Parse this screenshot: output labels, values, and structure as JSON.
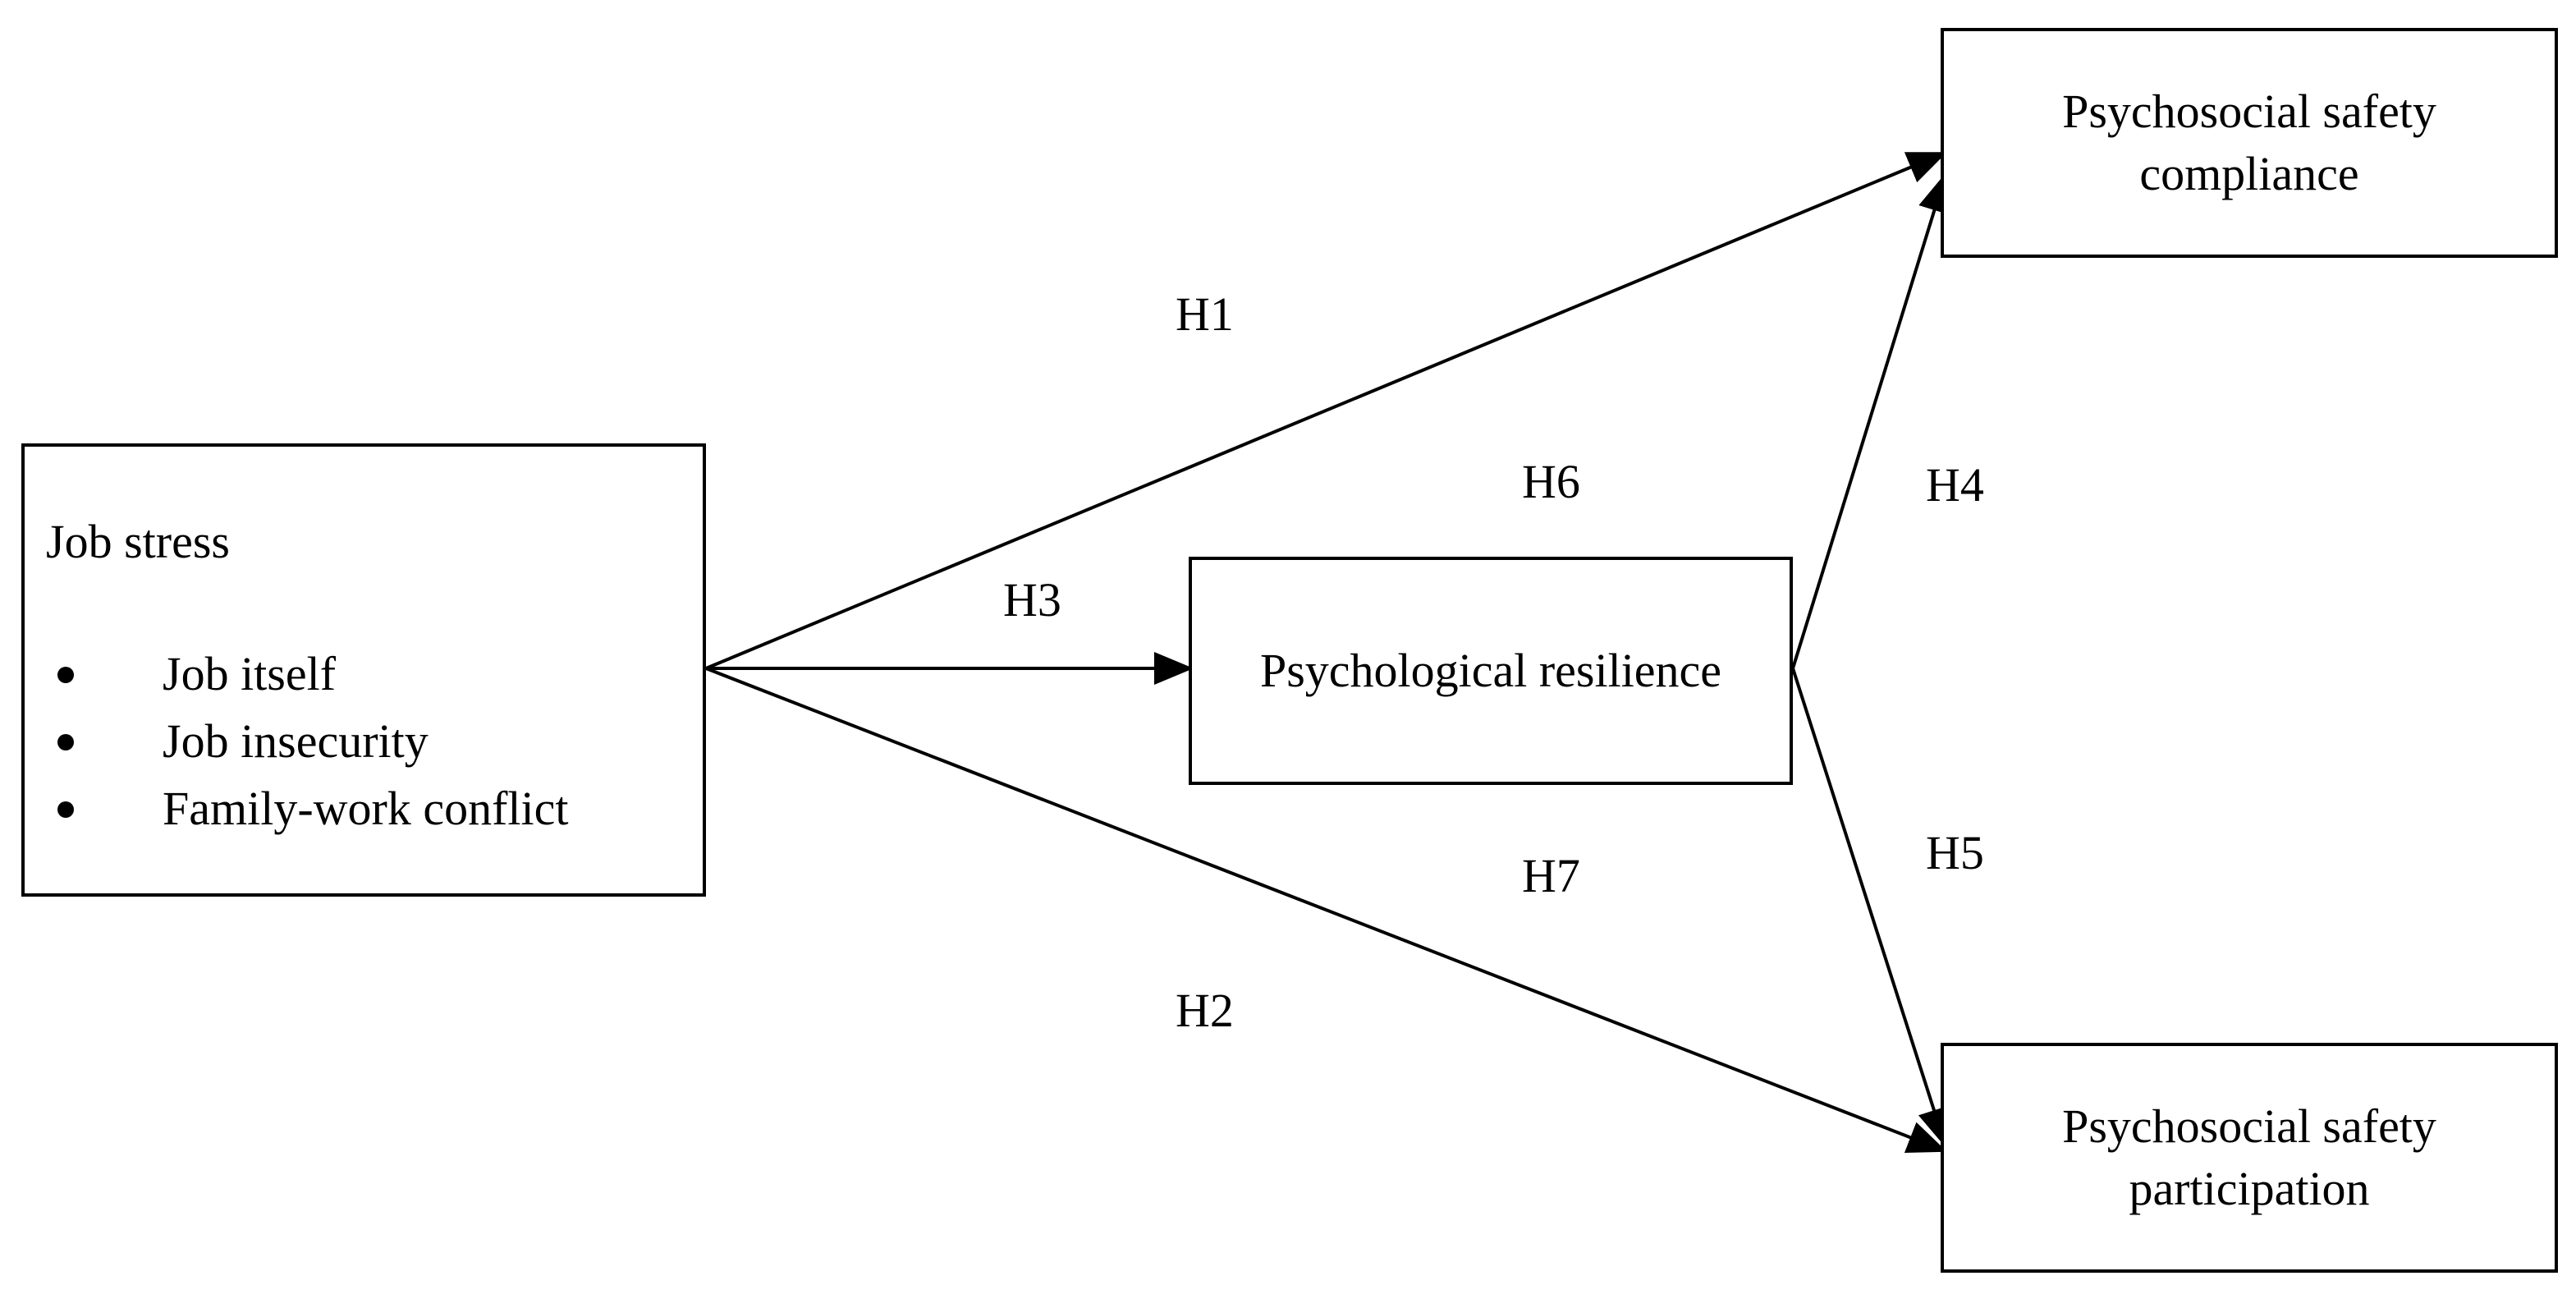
{
  "nodes": {
    "job_stress": {
      "title": "Job stress",
      "items": [
        "Job itself",
        "Job insecurity",
        "Family-work conflict"
      ]
    },
    "resilience": {
      "label": "Psychological resilience"
    },
    "compliance": {
      "line1": "Psychosocial safety",
      "line2": "compliance"
    },
    "participation": {
      "line1": "Psychosocial safety",
      "line2": "participation"
    }
  },
  "hypotheses": {
    "h1": "H1",
    "h2": "H2",
    "h3": "H3",
    "h4": "H4",
    "h5": "H5",
    "h6": "H6",
    "h7": "H7"
  },
  "colors": {
    "line": "#000000",
    "box_border": "#000000",
    "background": "#ffffff"
  }
}
